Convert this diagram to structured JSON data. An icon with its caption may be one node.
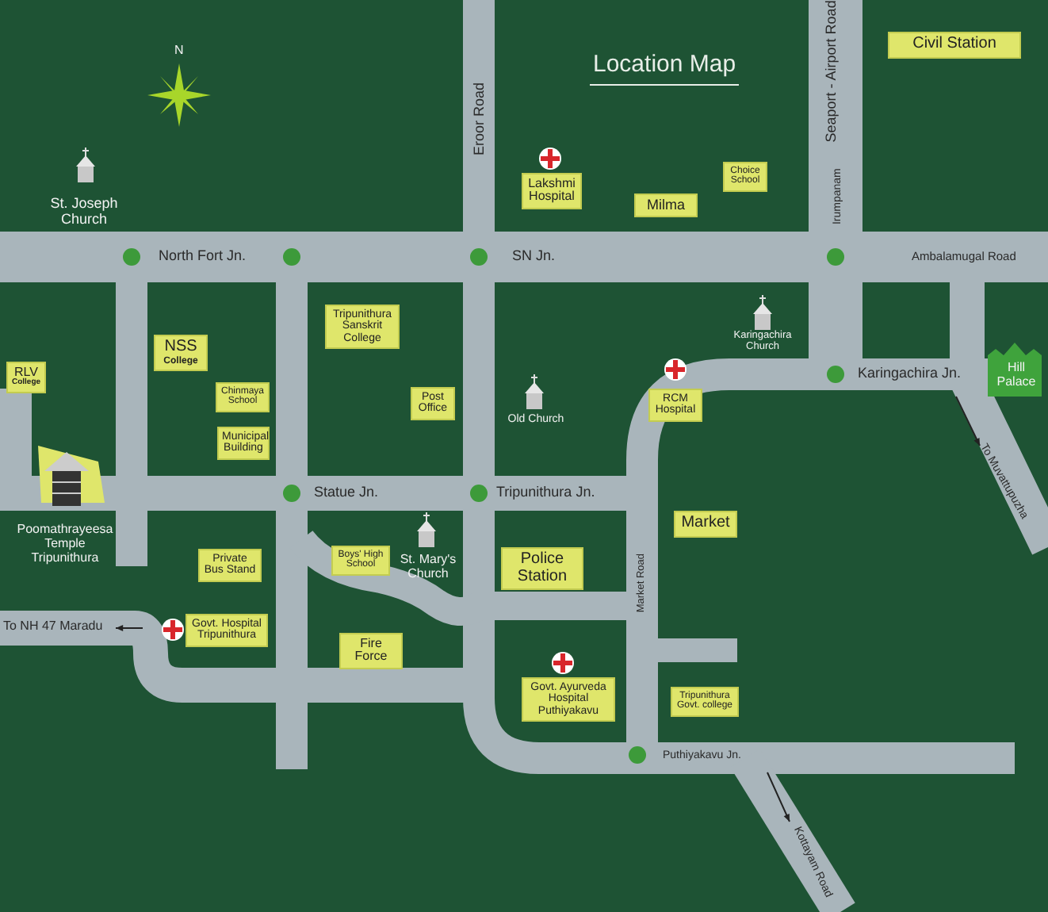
{
  "diagram": {
    "title": "Location Map",
    "nodes": [
      {
        "text": [
          "Civil Station"
        ]
      },
      {
        "text": [
          "Lakshmi Hospital"
        ]
      },
      {
        "text": [
          "Choice School"
        ]
      },
      {
        "text": [
          "Milma"
        ]
      },
      {
        "text": [
          "NSS",
          "College"
        ]
      },
      {
        "text": [
          "RLV",
          "College"
        ]
      },
      {
        "text": [
          "Tripunithura Sanskrit College"
        ]
      },
      {
        "text": [
          "Chinmaya School"
        ]
      },
      {
        "text": [
          "Post Office"
        ]
      },
      {
        "text": [
          "RCM Hospital"
        ]
      },
      {
        "text": [
          "Municipal Building"
        ]
      },
      {
        "text": [
          "Private Bus Stand"
        ]
      },
      {
        "text": [
          "Boys' High School"
        ]
      },
      {
        "text": [
          "Police Station"
        ]
      },
      {
        "text": [
          "Market"
        ]
      },
      {
        "text": [
          "Govt. Hospital Tripunithura"
        ]
      },
      {
        "text": [
          "Fire Force"
        ]
      },
      {
        "text": [
          "Govt. Ayurveda Hospital Puthiyakavu"
        ]
      },
      {
        "text": [
          "Tripunithura Govt. college"
        ]
      }
    ],
    "labels": [
      "N",
      "Seaport - Airport Road",
      "Eroor Road",
      "St. Joseph Church",
      "Irumpanam",
      "North Fort Jn.",
      "SN Jn.",
      "Ambalamugal Road",
      "Karingachira Church",
      "Old Church",
      "Karingachira Jn.",
      "Hill Palace",
      "Statue Jn.",
      "Tripunithura Jn.",
      "To Muvattupuzha",
      "Poomathrayeesa Temple Tripunithura",
      "St. Mary's Church",
      "Market Road",
      "To NH 47 Maradu",
      "Puthiyakavu Jn.",
      "Kottayam Road"
    ]
  }
}
